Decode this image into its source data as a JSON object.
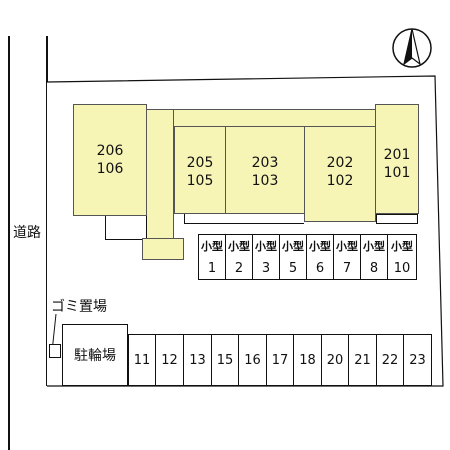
{
  "road_label": "道路",
  "garbage_label": "ゴミ置場",
  "bicycle_label": "駐輪場",
  "buildings": [
    {
      "top": "206",
      "bottom": "106"
    },
    {
      "top": "205",
      "bottom": "105"
    },
    {
      "top": "203",
      "bottom": "103"
    },
    {
      "top": "202",
      "bottom": "102"
    },
    {
      "top": "201",
      "bottom": "101"
    }
  ],
  "small_slots": [
    {
      "type": "小型",
      "num": "1"
    },
    {
      "type": "小型",
      "num": "2"
    },
    {
      "type": "小型",
      "num": "3"
    },
    {
      "type": "小型",
      "num": "5"
    },
    {
      "type": "小型",
      "num": "6"
    },
    {
      "type": "小型",
      "num": "7"
    },
    {
      "type": "小型",
      "num": "8"
    },
    {
      "type": "小型",
      "num": "10"
    }
  ],
  "parking_slots": [
    "11",
    "12",
    "13",
    "15",
    "16",
    "17",
    "18",
    "20",
    "21",
    "22",
    "23"
  ],
  "compass_icon": "north-arrow-icon"
}
